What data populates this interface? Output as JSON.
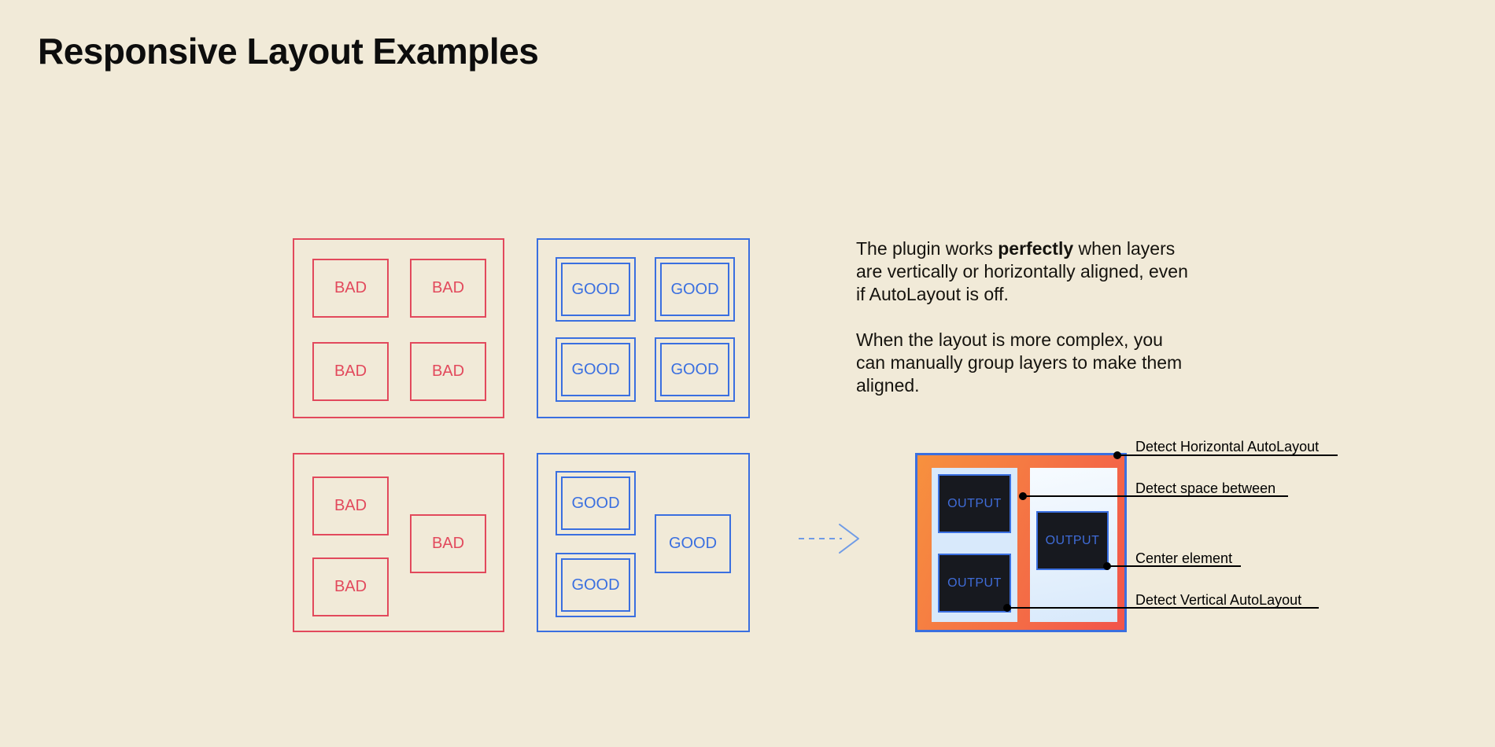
{
  "title": "Responsive Layout Examples",
  "labels": {
    "bad": "BAD",
    "good": "GOOD",
    "output": "OUTPUT"
  },
  "copy": {
    "p1_pre": "The plugin works ",
    "p1_bold": "perfectly",
    "p1_post": " when layers are vertically or horizontally aligned, even if AutoLayout is off.",
    "p2": "When the layout is more complex, you can manually group layers to make them aligned."
  },
  "annotations": [
    {
      "label": "Detect Horizontal AutoLayout"
    },
    {
      "label": "Detect space between"
    },
    {
      "label": "Center element"
    },
    {
      "label": "Detect Vertical AutoLayout"
    }
  ],
  "colors": {
    "background": "#f1ead8",
    "bad_red": "#e2495c",
    "good_blue": "#3a6fe0",
    "gradient_start": "#f7913e",
    "gradient_end": "#f2544b",
    "panel_light_blue": "#d8e9fb",
    "output_box_bg": "#17191f",
    "annotation_text": "#000000"
  }
}
